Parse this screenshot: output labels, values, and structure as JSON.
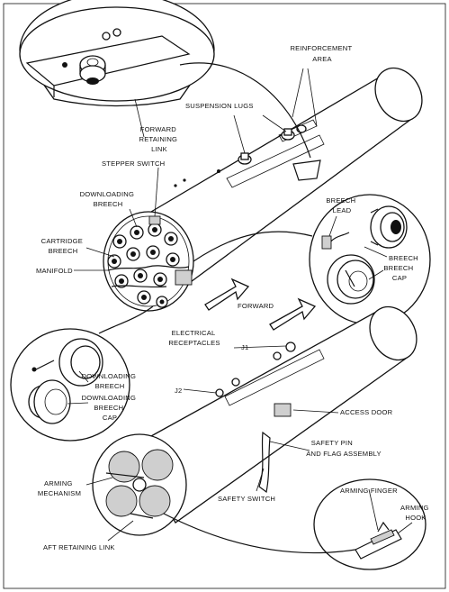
{
  "labels": {
    "reinforcement_area": [
      "REINFORCEMENT",
      "AREA"
    ],
    "suspension_lugs": "SUSPENSION LUGS",
    "forward_retaining_link": [
      "FORWARD",
      "RETAINING",
      "LINK"
    ],
    "stepper_switch": "STEPPER SWITCH",
    "downloading_breech_top": [
      "DOWNLOADING",
      "BREECH"
    ],
    "cartridge_breech": [
      "CARTRIDGE",
      "BREECH"
    ],
    "manifold": "MANIFOLD",
    "breech_lead": [
      "BREECH",
      "LEAD"
    ],
    "breech": "BREECH",
    "breech_cap": [
      "BREECH",
      "CAP"
    ],
    "forward": "FORWARD",
    "electrical_receptacles": [
      "ELECTRICAL",
      "RECEPTACLES"
    ],
    "j1": "J1",
    "j2": "J2",
    "downloading_breech_inset": [
      "DOWNLOADING",
      "BREECH"
    ],
    "downloading_breech_cap": [
      "DOWNLOADING",
      "BREECH",
      "CAP"
    ],
    "access_door": "ACCESS DOOR",
    "safety_pin_flag": [
      "SAFETY PIN",
      "AND FLAG ASSEMBLY"
    ],
    "safety_switch": "SAFETY SWITCH",
    "arming_mechanism": [
      "ARMING",
      "MECHANISM"
    ],
    "arming_finger": "ARMING FINGER",
    "arming_hook": [
      "ARMING",
      "HOOK"
    ],
    "aft_retaining_link": "AFT RETAINING LINK"
  }
}
